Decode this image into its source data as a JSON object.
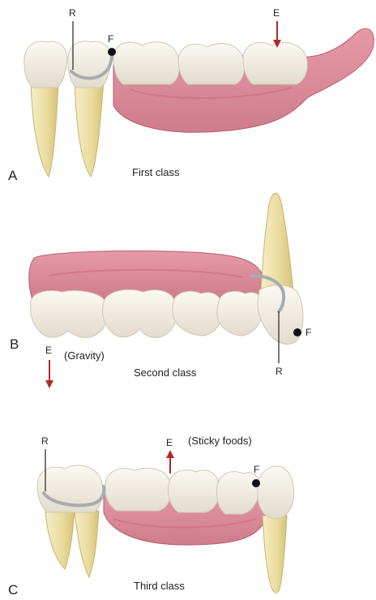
{
  "colors": {
    "gum": "#dd8e9c",
    "gum_light": "#f0c2c9",
    "gum_dark": "#b85e70",
    "crown": "#f7f3ea",
    "crown_shade": "#d9d4c6",
    "root": "#efe5b8",
    "root_shade": "#cfbf7a",
    "arrow": "#b02a2a",
    "clasp": "#a7acb1",
    "ink": "#222222"
  },
  "panel_a": {
    "letter": "A",
    "caption": "First class",
    "label_r": "R",
    "label_f": "F",
    "label_e": "E"
  },
  "panel_b": {
    "letter": "B",
    "caption": "Second class",
    "label_r": "R",
    "label_f": "F",
    "label_e": "E",
    "effort_note": "(Gravity)"
  },
  "panel_c": {
    "letter": "C",
    "caption": "Third class",
    "label_r": "R",
    "label_f": "F",
    "label_e": "E",
    "effort_note": "(Sticky foods)"
  }
}
